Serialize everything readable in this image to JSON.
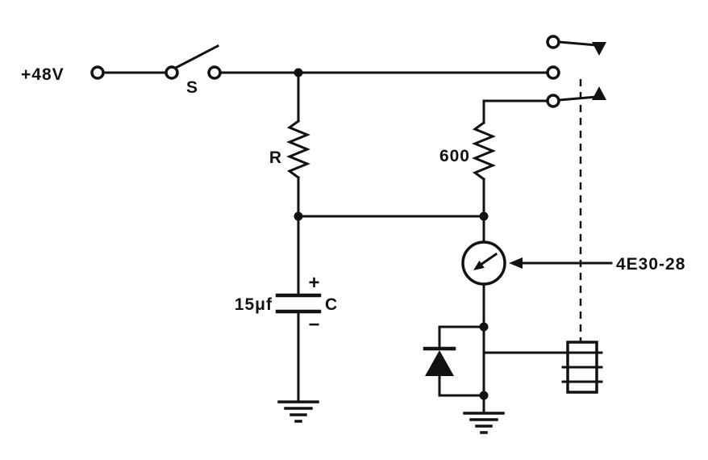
{
  "diagram": {
    "type": "circuit-schematic",
    "background_color": "#ffffff",
    "ink_color": "#121212",
    "labels": {
      "supply": "+48V",
      "switch": "S",
      "resistor": "R",
      "resistor_value": "600",
      "capacitor_value": "15μf",
      "capacitor": "C",
      "plus": "+",
      "minus": "−",
      "tube": "4E30-28"
    },
    "components": [
      {
        "name": "power-supply-terminal",
        "label": "+48V"
      },
      {
        "name": "switch",
        "label": "S"
      },
      {
        "name": "resistor",
        "label": "R"
      },
      {
        "name": "resistor",
        "label": "600"
      },
      {
        "name": "electrolytic-capacitor",
        "label": "C",
        "value": "15μf"
      },
      {
        "name": "tube",
        "label": "4E30-28"
      },
      {
        "name": "diode",
        "label": ""
      },
      {
        "name": "relay-coil",
        "label": ""
      },
      {
        "name": "relay-contacts",
        "label": ""
      },
      {
        "name": "ground",
        "label": ""
      }
    ]
  }
}
